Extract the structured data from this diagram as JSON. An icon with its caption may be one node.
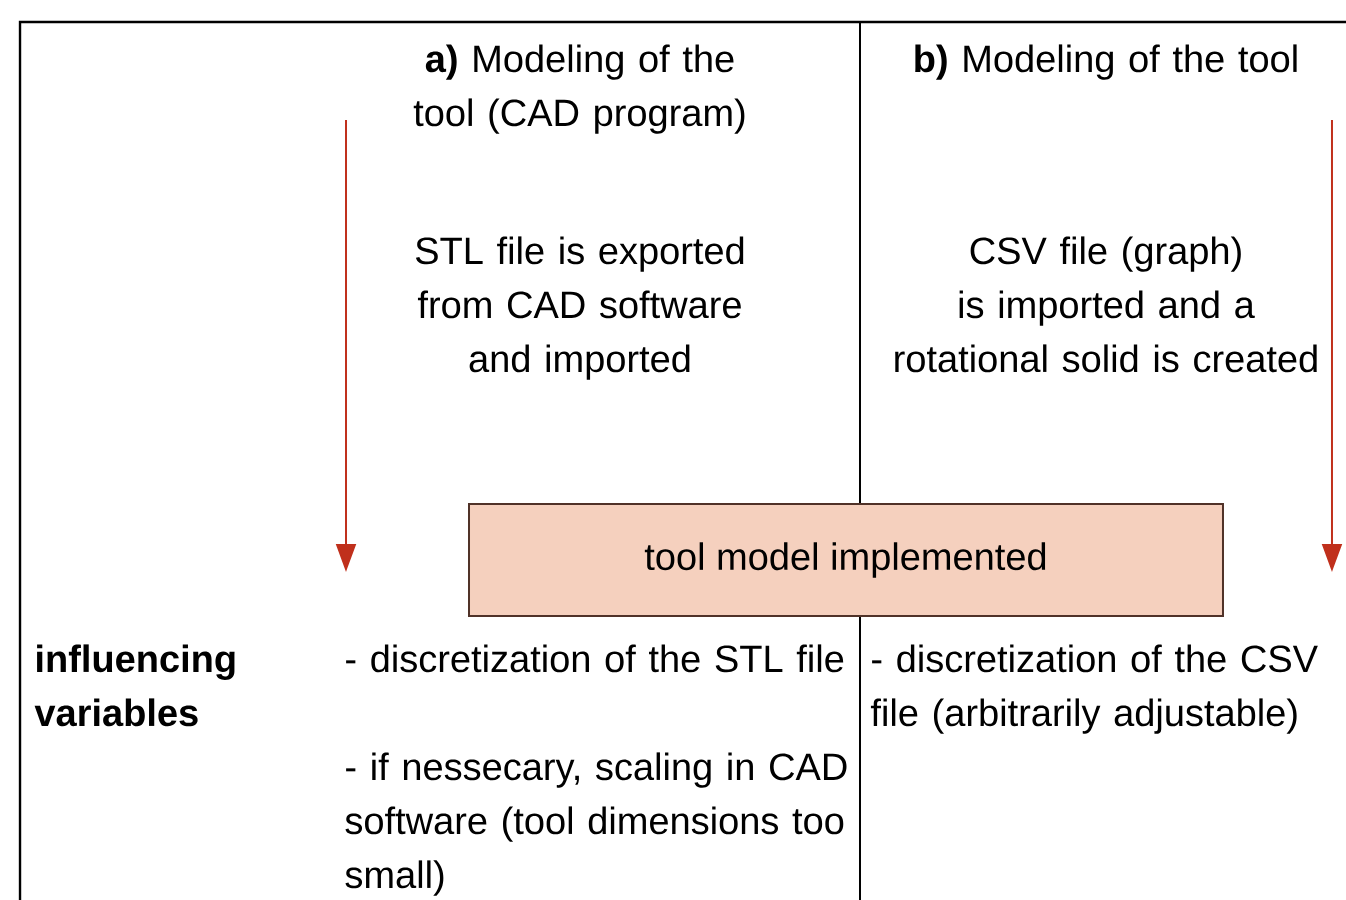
{
  "diagram": {
    "nodes": [
      {
        "text": [
          "tool model implemented"
        ]
      }
    ],
    "labels": [
      "**a)** Modeling of the tool (CAD program)",
      "STL file is exported from CAD software and imported",
      "**b)** Modeling of the tool",
      "CSV file (graph) is imported and a rotational solid is created",
      "influencing variables",
      "- discretization of the STL file",
      "- if nessecary, scaling in CAD software (tool dimensions too small)",
      "- discretization of the CSV file (arbitrarily adjustable)"
    ]
  }
}
